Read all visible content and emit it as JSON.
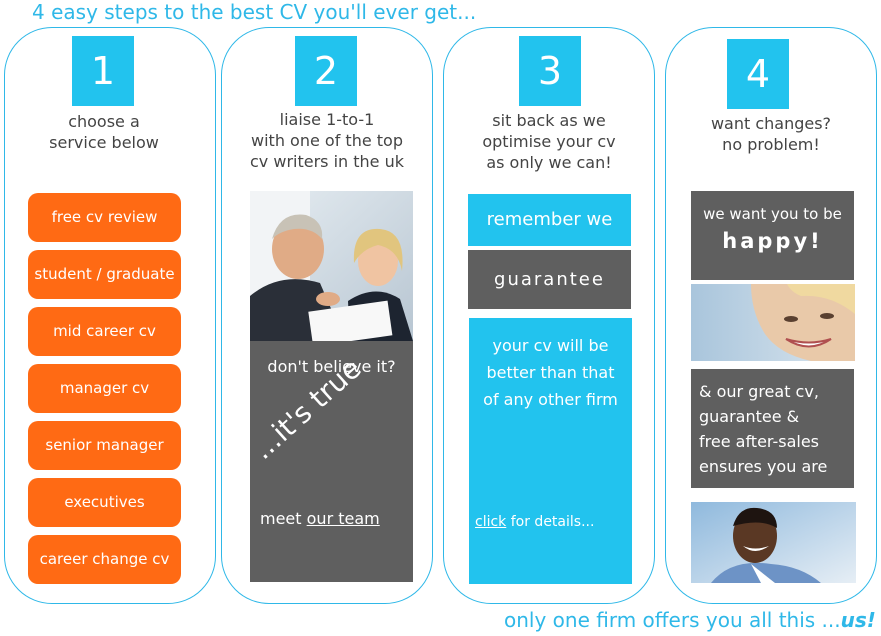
{
  "header": {
    "title": "4 easy steps to the best CV you'll ever get..."
  },
  "footer": {
    "text": "only one firm offers you all this ...",
    "emphasis": "us!"
  },
  "colors": {
    "accent_blue": "#22c3ee",
    "border_blue": "#2fb8e8",
    "orange": "#ff6a14",
    "grey": "#5f5f5f"
  },
  "steps": [
    {
      "number": "1",
      "caption": "choose a\nservice below",
      "services": [
        "free cv review",
        "student / graduate",
        "mid career cv",
        "manager cv",
        "senior manager",
        "executives",
        "career change cv"
      ]
    },
    {
      "number": "2",
      "caption": "liaise 1-to-1\nwith one of the top\ncv writers in the uk",
      "photo": "business-meeting-photo",
      "question": "don't believe it?",
      "slogan": "...it's true",
      "team_prefix": "meet ",
      "team_link": "our team"
    },
    {
      "number": "3",
      "caption": "sit back as we\noptimise your cv\nas only we can!",
      "remember": "remember we",
      "guarantee": "guarantee",
      "promise": "your cv will be\nbetter than that\nof any other firm",
      "click_link": "click",
      "click_suffix": " for details..."
    },
    {
      "number": "4",
      "caption": "want changes?\nno problem!",
      "want": "we want you to be",
      "happy": "happy!",
      "photo1": "smiling-woman-photo",
      "aftersales": "& our great cv,\nguarantee &\nfree after-sales\nensures you are",
      "photo2": "smiling-man-photo"
    }
  ]
}
